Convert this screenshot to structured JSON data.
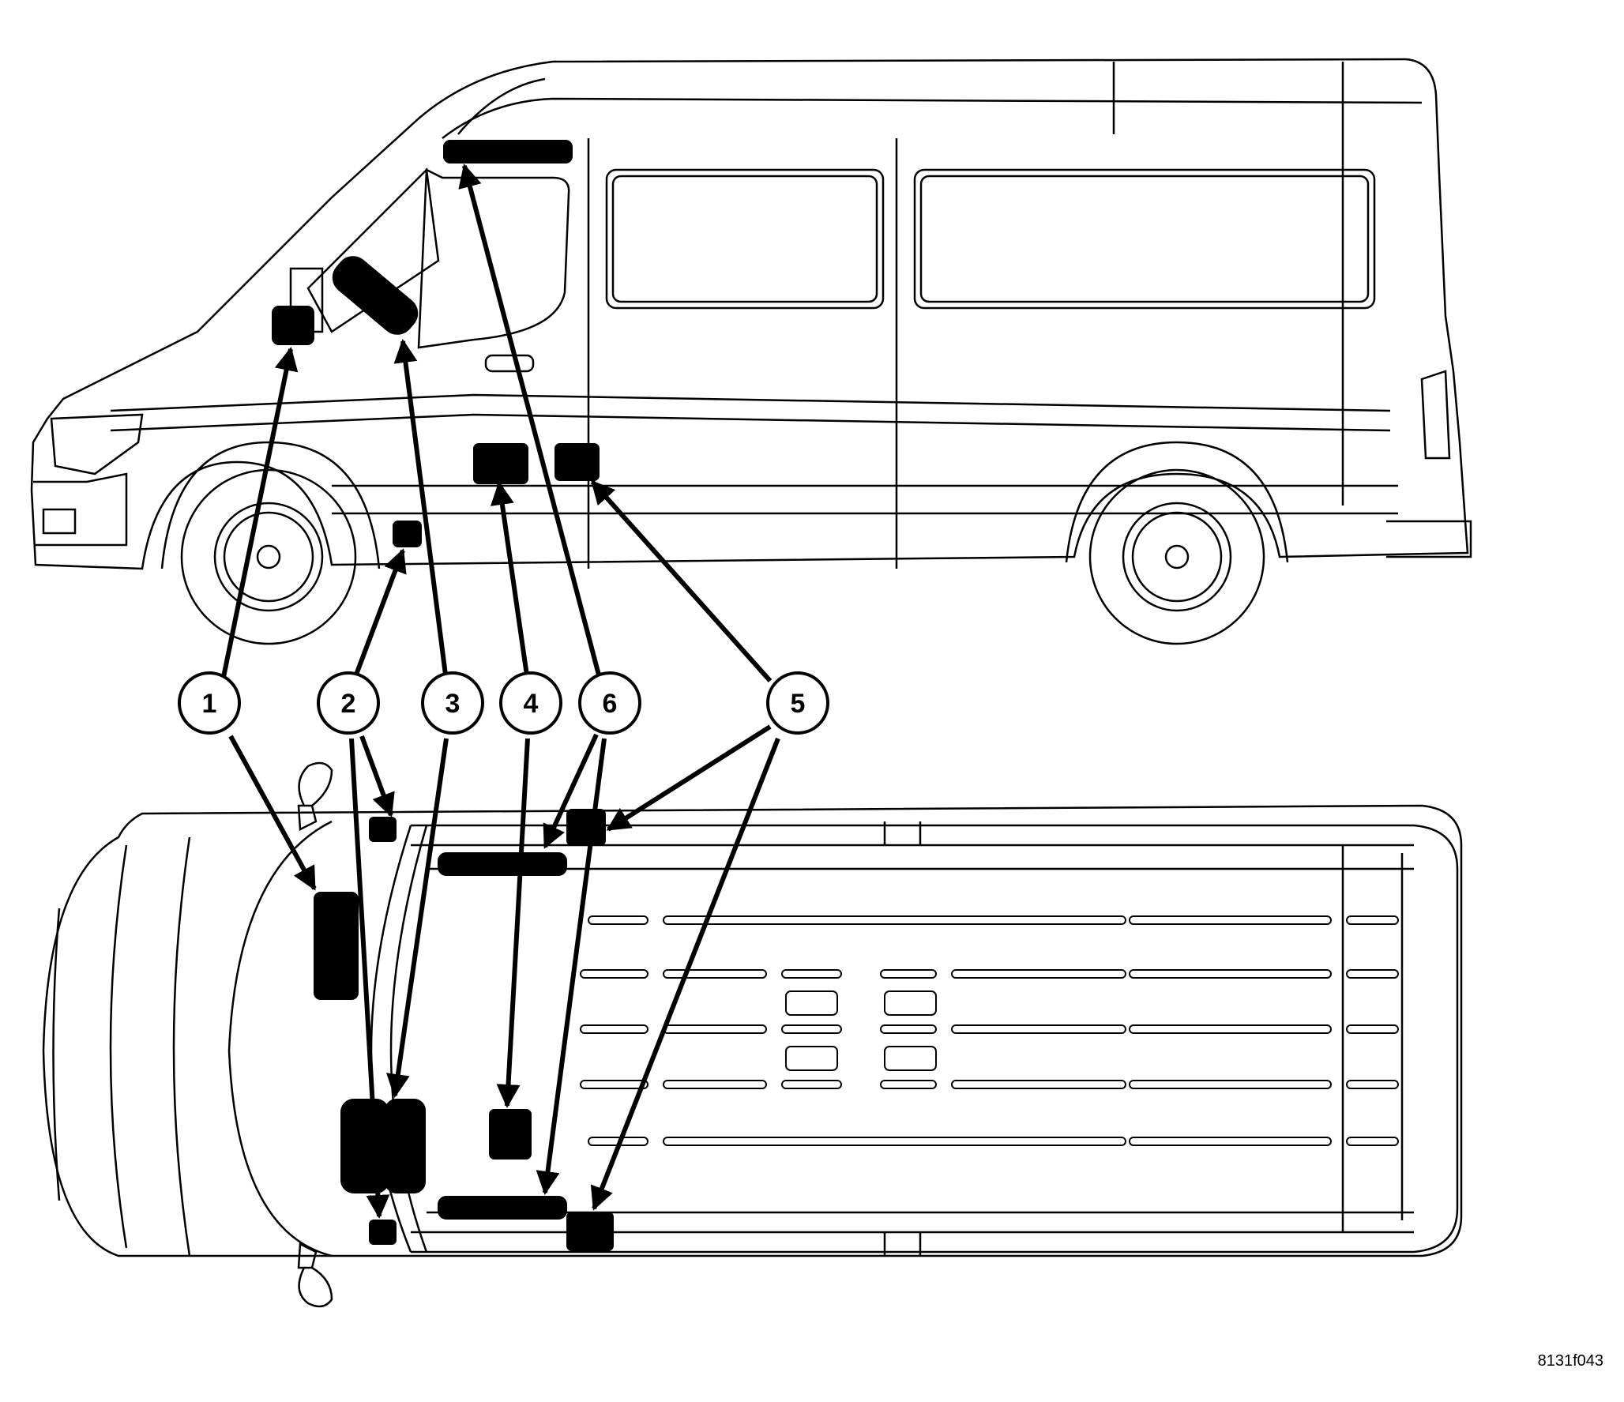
{
  "figure_id": "8131f043",
  "callouts": [
    {
      "id": "callout-1",
      "label": "1"
    },
    {
      "id": "callout-2",
      "label": "2"
    },
    {
      "id": "callout-3",
      "label": "3"
    },
    {
      "id": "callout-4",
      "label": "4"
    },
    {
      "id": "callout-6",
      "label": "6"
    },
    {
      "id": "callout-5",
      "label": "5"
    }
  ],
  "colors": {
    "line": "#000000",
    "fill": "#000000",
    "background": "#ffffff"
  }
}
